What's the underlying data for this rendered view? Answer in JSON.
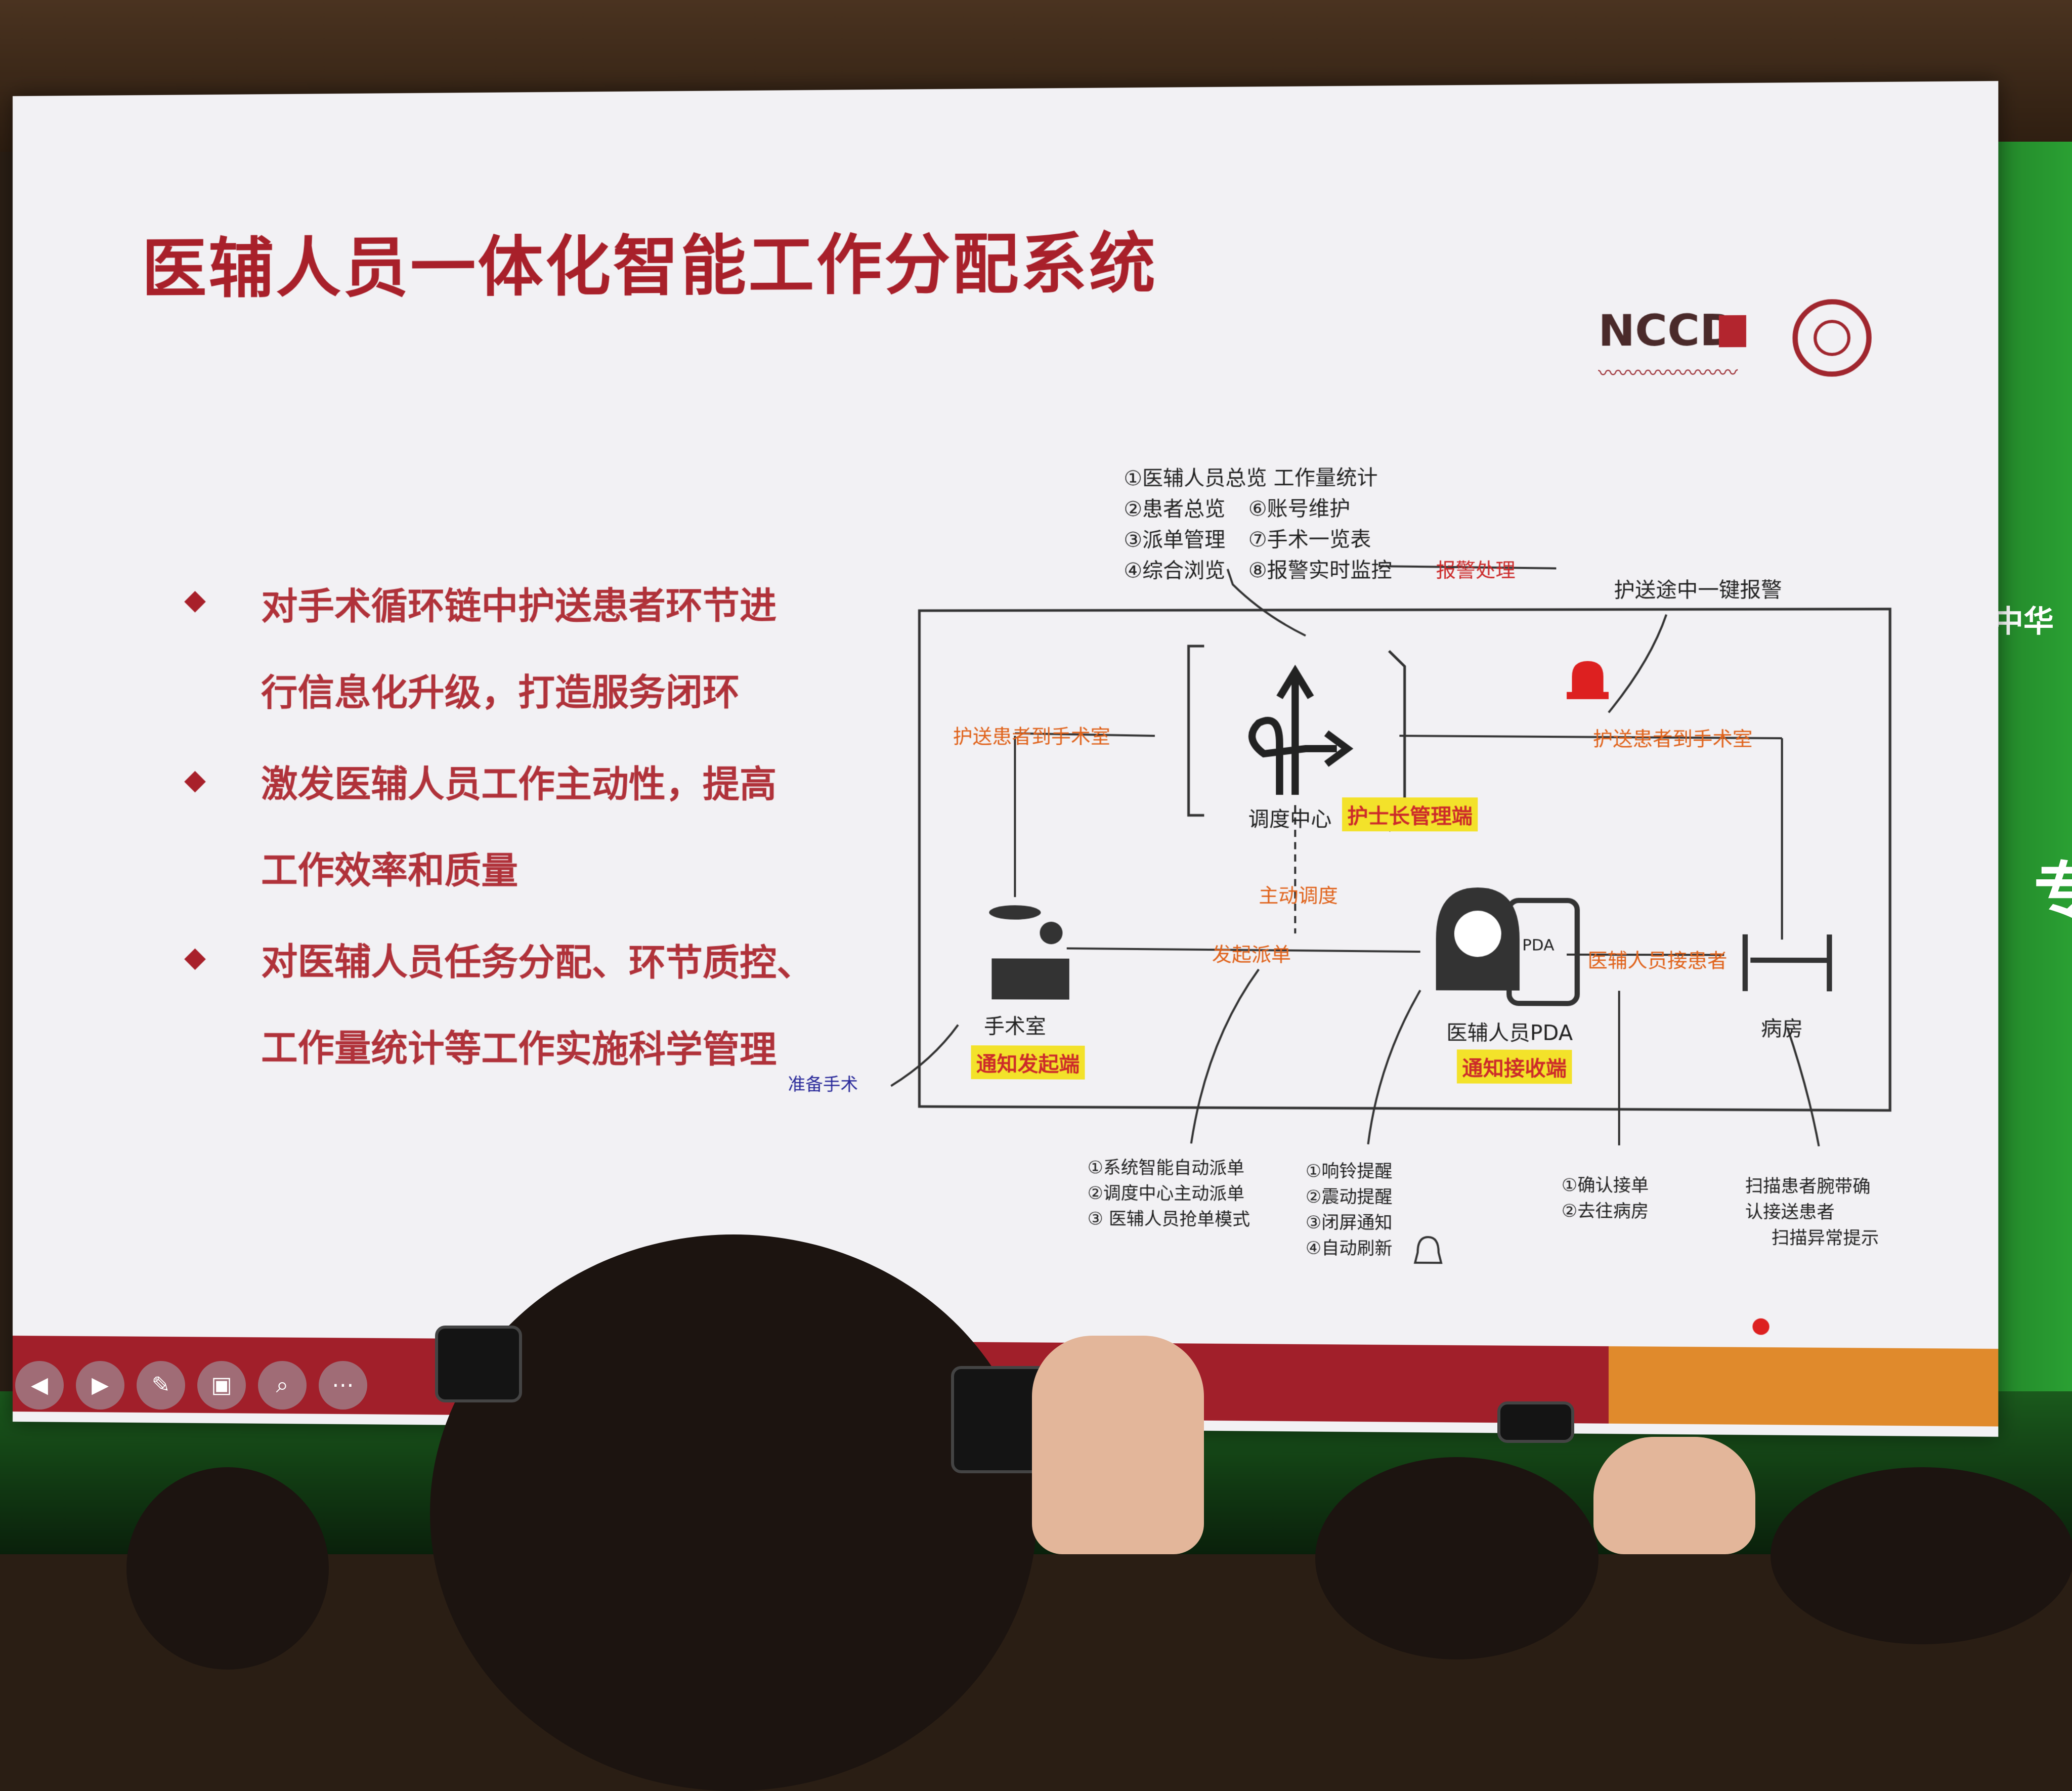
{
  "slide": {
    "title": "医辅人员一体化智能工作分配系统",
    "logo_text": "NCCD",
    "bullets": [
      {
        "line1": "对手术循环链中护送患者环节进",
        "line2": "行信息化升级，打造服务闭环"
      },
      {
        "line1": "激发医辅人员工作主动性，提高",
        "line2": "工作效率和质量"
      },
      {
        "line1": "对医辅人员任务分配、环节质控、",
        "line2": "工作量统计等工作实施科学管理"
      }
    ]
  },
  "diagram": {
    "top_list": [
      "①医辅人员总览 工作量统计",
      "②患者总览",
      "⑥账号维护",
      "③派单管理",
      "⑦手术一览表",
      "④综合浏览",
      "⑧报警实时监控"
    ],
    "alarm_handling": "报警处理",
    "one_key_alarm": "护送途中一键报警",
    "dispatch_center": "调度中心",
    "head_nurse_tag": "护士长管理端",
    "escort_to_or_left": "护送患者到手术室",
    "escort_to_or_right": "护送患者到手术室",
    "active_dispatch": "主动调度",
    "operating_room": "手术室",
    "notify_initiator": "通知发起端",
    "initiate_dispatch": "发起派单",
    "staff_pda": "医辅人员PDA",
    "notify_receiver": "通知接收端",
    "staff_pick_patient": "医辅人员接患者",
    "pda_label": "PDA",
    "ward": "病房",
    "prepare_surgery": "准备手术",
    "dispatch_list": [
      "①系统智能自动派单",
      "②调度中心主动派单",
      "③ 医辅人员抢单模式"
    ],
    "notify_list": [
      "①响铃提醒",
      "②震动提醒",
      "③闭屏通知",
      "④自动刷新"
    ],
    "confirm_list": [
      "①确认接单",
      "②去往病房"
    ],
    "scan_list": [
      "扫描患者腕带确",
      "认接送患者",
      "扫描异常提示"
    ]
  },
  "venue": {
    "backdrop_text_1": "中华",
    "backdrop_text_2": "专"
  },
  "colors": {
    "title_red": "#a8202a",
    "orange": "#e0621a",
    "highlight_yellow": "#f3e22a",
    "bar_red": "#a11f2a",
    "bar_orange": "#e08a2c",
    "backdrop_green": "#1f7a24"
  },
  "controls": [
    "prev-icon",
    "next-icon",
    "pen-icon",
    "screen-icon",
    "zoom-icon",
    "more-icon"
  ]
}
